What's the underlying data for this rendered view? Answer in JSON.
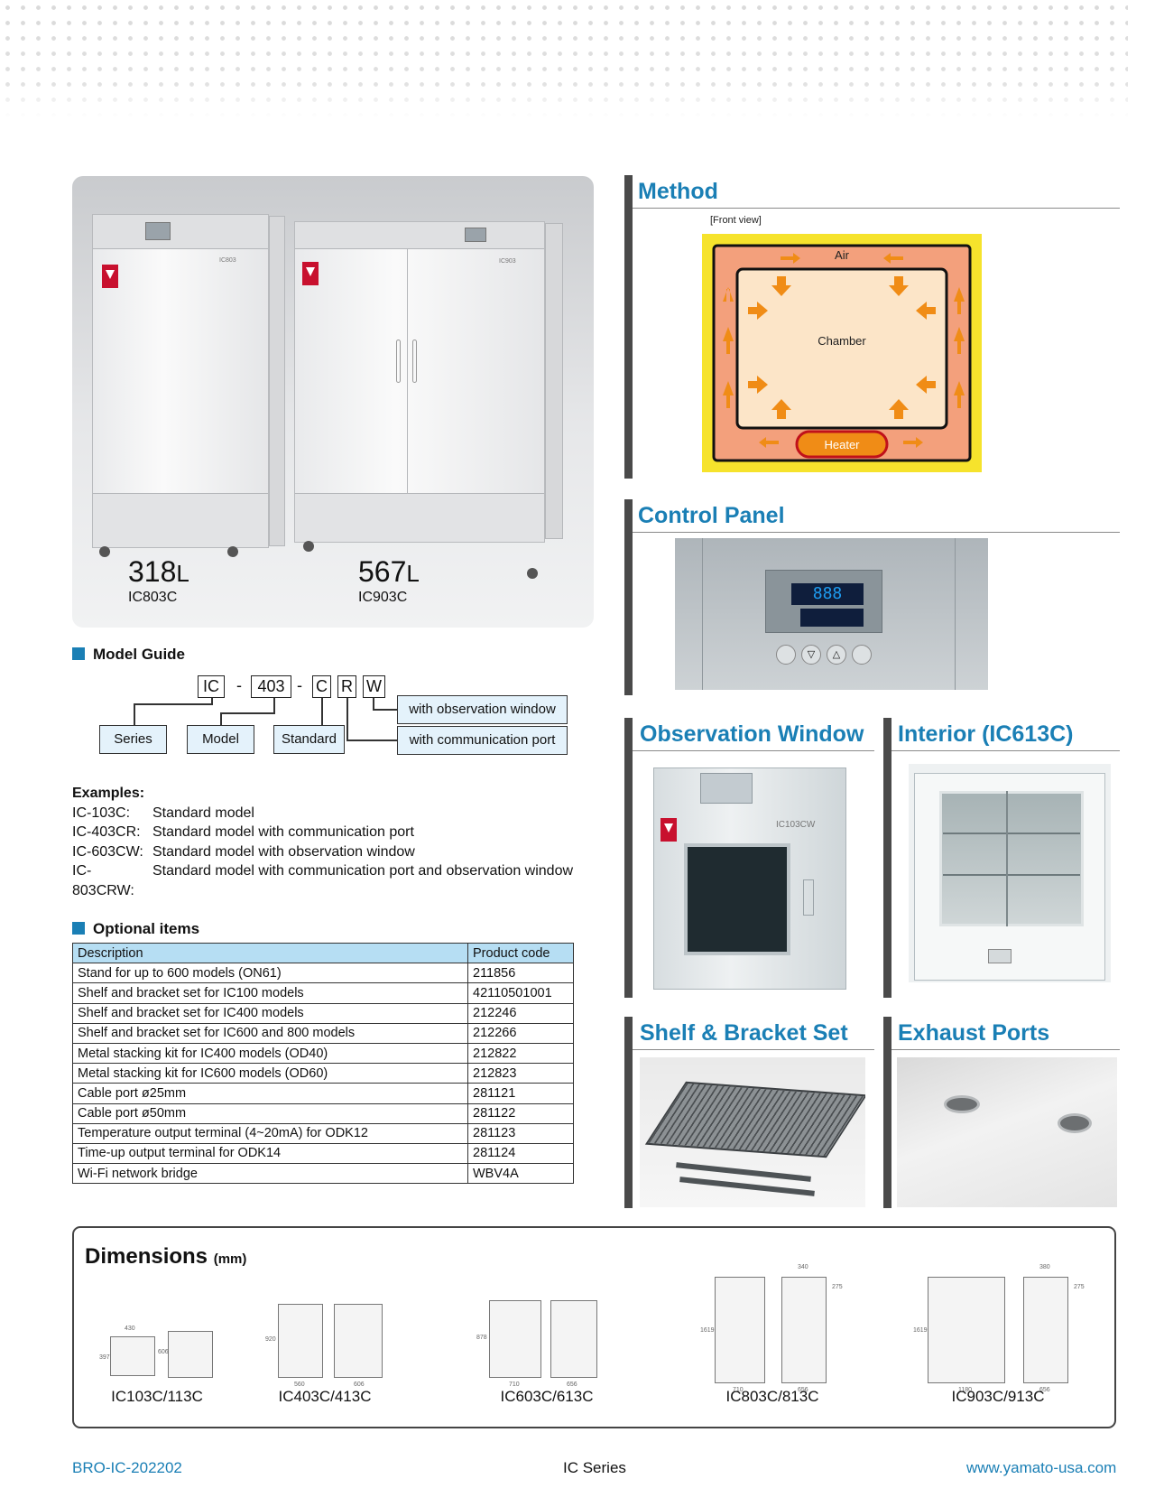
{
  "products": [
    {
      "capacity_num": "318",
      "capacity_unit": "L",
      "model": "IC803C",
      "badge": "IC803"
    },
    {
      "capacity_num": "567",
      "capacity_unit": "L",
      "model": "IC903C",
      "badge": "IC903"
    }
  ],
  "model_guide": {
    "heading": "Model Guide",
    "code_parts": [
      "IC",
      "-",
      "403",
      "-",
      "C",
      "R",
      "W"
    ],
    "labels": {
      "series": "Series",
      "model": "Model",
      "standard": "Standard",
      "observation": "with observation window",
      "communication": "with communication port"
    }
  },
  "examples": {
    "heading": "Examples:",
    "rows": [
      {
        "code": "IC-103C:",
        "desc": "Standard model"
      },
      {
        "code": "IC-403CR:",
        "desc": "Standard model with communication port"
      },
      {
        "code": "IC-603CW:",
        "desc": "Standard model with observation window"
      },
      {
        "code": "IC-803CRW:",
        "desc": "Standard model with communication port and observation window"
      }
    ]
  },
  "optional_items": {
    "heading": "Optional items",
    "columns": [
      "Description",
      "Product code"
    ],
    "rows": [
      [
        "Stand for up to 600 models (ON61)",
        "211856"
      ],
      [
        "Shelf and bracket set for IC100 models",
        "42110501001"
      ],
      [
        "Shelf and bracket set for IC400 models",
        "212246"
      ],
      [
        "Shelf and bracket set for IC600 and 800 models",
        "212266"
      ],
      [
        "Metal stacking kit for IC400 models (OD40)",
        "212822"
      ],
      [
        "Metal stacking kit for IC600 models (OD60)",
        "212823"
      ],
      [
        "Cable port ø25mm",
        "281121"
      ],
      [
        "Cable port ø50mm",
        "281122"
      ],
      [
        "Temperature output terminal (4~20mA) for ODK12",
        "281123"
      ],
      [
        "Time-up output terminal for ODK14",
        "281124"
      ],
      [
        "Wi-Fi network bridge",
        "WBV4A"
      ]
    ]
  },
  "method": {
    "title": "Method",
    "view_label": "[Front view]",
    "air_label": "Air",
    "chamber_label": "Chamber",
    "heater_label": "Heater"
  },
  "control_panel": {
    "title": "Control Panel"
  },
  "observation_window": {
    "title": "Observation Window",
    "badge": "IC103CW"
  },
  "interior": {
    "title": "Interior (IC613C)"
  },
  "shelf_bracket": {
    "title": "Shelf & Bracket Set"
  },
  "exhaust_ports": {
    "title": "Exhaust Ports"
  },
  "dimensions": {
    "title": "Dimensions",
    "unit": "(mm)",
    "models": [
      {
        "label": "IC103C/113C",
        "w": "430",
        "d": "606",
        "h": "397"
      },
      {
        "label": "IC403C/413C",
        "w": "560",
        "d": "606",
        "h": "920"
      },
      {
        "label": "IC603C/613C",
        "w": "710",
        "d": "656",
        "h": "878"
      },
      {
        "label": "IC803C/813C",
        "w": "710",
        "d": "656",
        "h": "1619",
        "top_w": "340",
        "top_h": "275"
      },
      {
        "label": "IC903C/913C",
        "w": "1180",
        "d": "656",
        "h": "1619",
        "top_w": "380",
        "top_h": "275"
      }
    ]
  },
  "footer": {
    "doc_code": "BRO-IC-202202",
    "series": "IC Series",
    "url": "www.yamato-usa.com"
  },
  "colors": {
    "accent": "#1a7fb5",
    "header_fill": "#b6def3",
    "label_fill": "#e4f2fb"
  }
}
